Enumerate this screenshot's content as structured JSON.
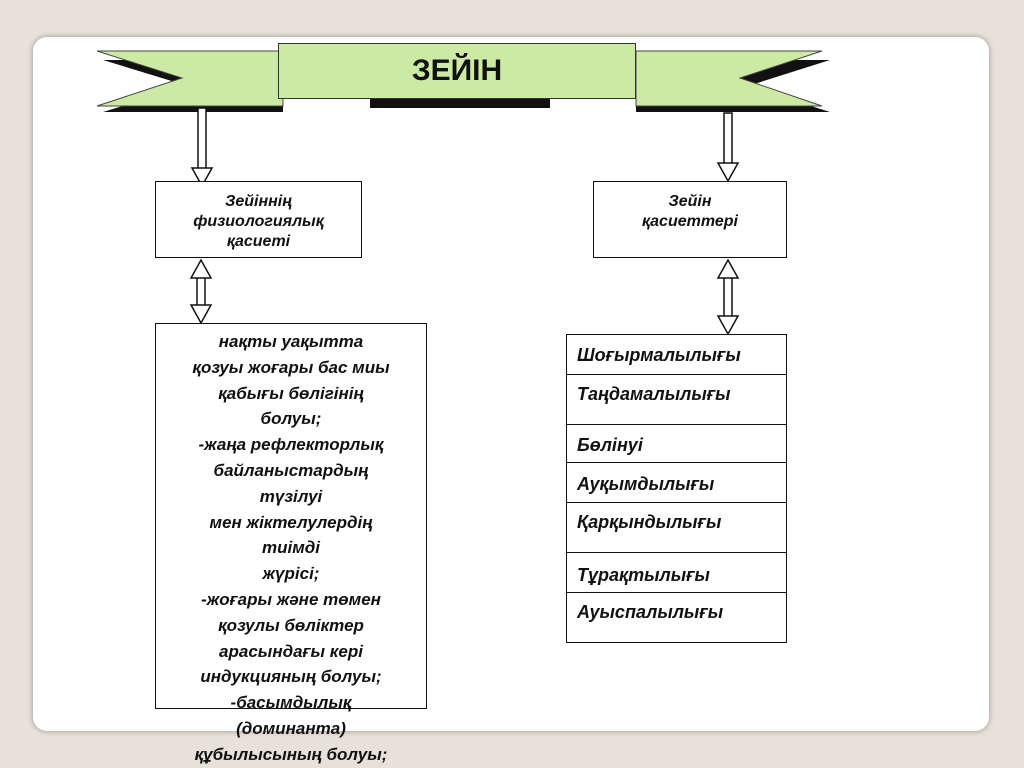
{
  "title": "ЗЕЙІН",
  "left_branch": {
    "label": "Зейіннің физиологиялық қасиеті",
    "label_lines": [
      "Зейіннің",
      "физиологиялық",
      "қасиеті"
    ],
    "description_lines": [
      "нақты уақытта",
      "қозуы жоғары бас миы",
      "қабығы бөлігінің",
      "болуы;",
      "-жаңа рефлекторлық",
      "байланыстардың",
      "түзілуі",
      "мен жіктелулердің",
      "тиімді",
      "жүрісі;",
      "-жоғары және төмен",
      "қозулы бөліктер",
      "арасындағы кері",
      "индукцияның болуы;",
      "-басымдылық",
      "(доминанта)",
      "құбылысының болуы;"
    ]
  },
  "right_branch": {
    "label_lines": [
      "Зейін",
      "қасиеттері"
    ],
    "properties": [
      "Шоғырмалылығы",
      "Таңдамалылығы",
      "Бөлінуі",
      "Ауқымдылығы",
      "Қарқындылығы",
      "Тұрақтылығы",
      "Ауыспалылығы"
    ]
  },
  "colors": {
    "banner": "#cceaa4",
    "border": "#111111",
    "background": "#e6e1d9"
  }
}
